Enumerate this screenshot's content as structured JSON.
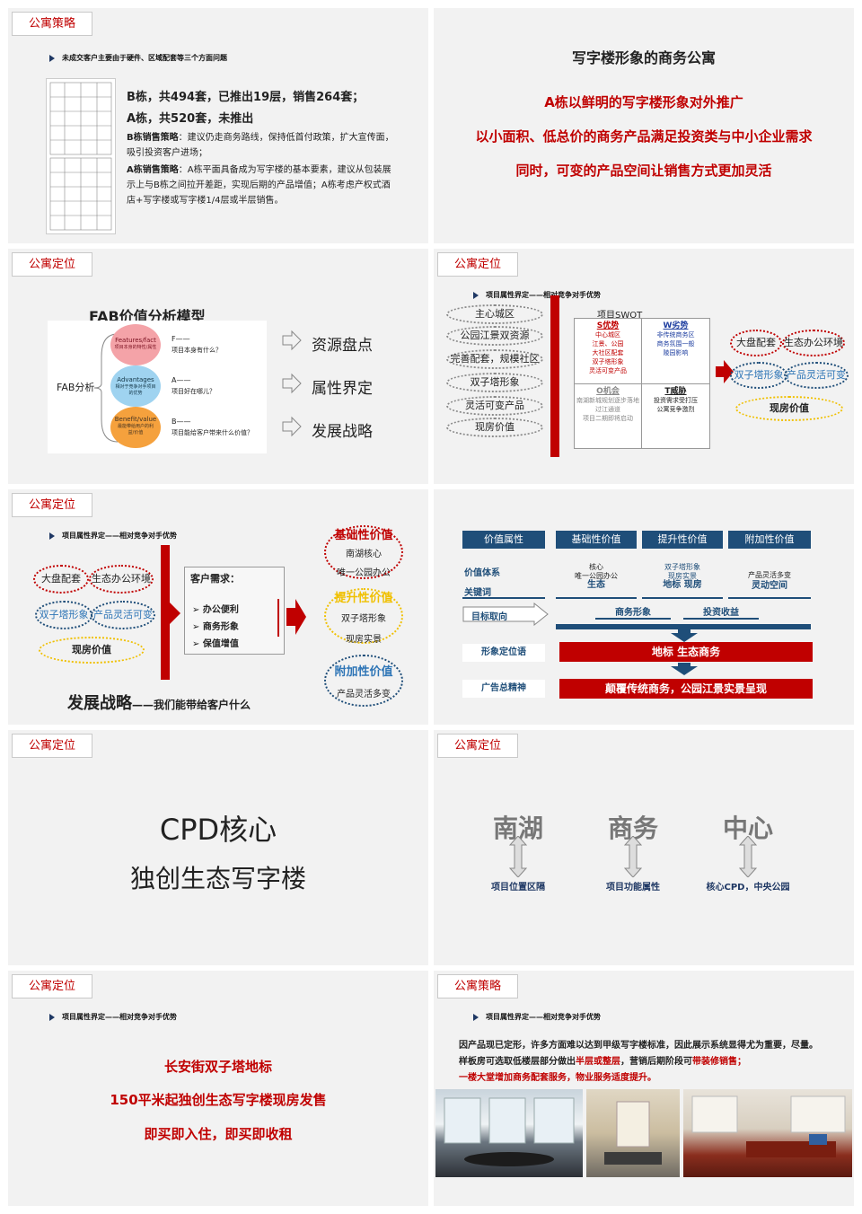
{
  "slides": {
    "s1": {
      "tag": "公寓策略",
      "subhead": "未成交客户主要由于硬件、区域配套等三个方面问题",
      "line1": "B栋，共494套，已推出19层，销售264套；",
      "line2": "A栋，共520套，未推出",
      "b_label": "B栋销售策略",
      "b_text": "：建议仍走商务路线，保持低首付政策，扩大宣传面，吸引投资客户进场；",
      "a_label": "A栋销售策略",
      "a_text": "：A栋平面具备成为写字楼的基本要素，建议从包装展示上与B栋之间拉开差距，实现后期的产品增值；A栋考虑产权式酒店+写字楼或写字楼1/4层或半层销售。"
    },
    "s2": {
      "title": "写字楼形象的商务公寓",
      "l1": "A栋以鲜明的写字楼形象对外推广",
      "l2": "以小面积、低总价的商务产品满足投资类与中小企业需求",
      "l3": "同时，可变的产品空间让销售方式更加灵活"
    },
    "s3": {
      "tag": "公寓定位",
      "title": "FAB价值分析模型",
      "fab": "FAB分析",
      "c1": "Features/fact",
      "c1s": "项目本身的特性/属性",
      "c2": "Advantages",
      "c2s": "相对于竞争对手项目的优势",
      "c3": "Benefit/value",
      "c3s": "最能带给用户的利益/价值",
      "f1": "F——",
      "f1s": "项目本身有什么？",
      "f2": "A——",
      "f2s": "项目好在哪儿？",
      "f3": "B——",
      "f3s": "项目能给客户带来什么价值？",
      "r1": "资源盘点",
      "r2": "属性界定",
      "r3": "发展战略"
    },
    "s4": {
      "tag": "公寓定位",
      "subhead": "项目属性界定——相对竞争对手优势",
      "ovals": [
        "主心城区",
        "公园江景双资源",
        "完善配套，规模社区",
        "双子塔形象",
        "灵活可变产品",
        "现房价值"
      ],
      "swot_title": "项目SWOT",
      "s_head": "S优势",
      "s_items": [
        "中心城区",
        "江景、公园",
        "大社区配套",
        "双子塔形象",
        "灵活可变产品"
      ],
      "w_head": "W劣势",
      "w_items": [
        "非传统商务区",
        "商务氛围一般",
        "陵园影响"
      ],
      "o_head": "O机会",
      "o_items": [
        "南湖新城规划逐步落地",
        "过江通道",
        "项目二期即将启动"
      ],
      "t_head": "T威胁",
      "t_items": [
        "投资需求受打压",
        "公寓竞争激烈"
      ],
      "right": [
        "大盘配套",
        "生态办公环境",
        "双子塔形象",
        "产品灵活可变",
        "现房价值"
      ]
    },
    "s5": {
      "tag": "公寓定位",
      "subhead": "项目属性界定——相对竞争对手优势",
      "left": [
        "大盘配套",
        "生态办公环境",
        "双子塔形象",
        "产品灵活可变",
        "现房价值"
      ],
      "need_title": "客户需求：",
      "needs": [
        "办公便利",
        "商务形象",
        "保值增值"
      ],
      "v1": "基础性价值",
      "v1a": "南湖核心",
      "v1b": "唯一公园办公",
      "v2": "提升性价值",
      "v2a": "双子塔形象",
      "v2b": "现房实景",
      "v3": "附加性价值",
      "v3a": "产品灵活多变",
      "bottom_big": "发展战略",
      "bottom_small": "——我们能带给客户什么"
    },
    "s6": {
      "headers": [
        "价值属性",
        "基础性价值",
        "提升性价值",
        "附加性价值"
      ],
      "row1": "价值体系",
      "row2": "关键词",
      "row3": "目标取向",
      "c1a": "核心",
      "c1b": "唯一公园办公",
      "c1c": "生态",
      "c2a": "双子塔形象",
      "c2b": "现房实景",
      "c2c": "地标  现房",
      "c3a": "产品灵活多变",
      "c3c": "灵动空间",
      "g1": "商务形象",
      "g2": "投资收益",
      "row4": "形象定位语",
      "bar1": "地标   生态商务",
      "row5": "广告总精神",
      "bar2": "颠覆传统商务，公园江景实景呈现"
    },
    "s7": {
      "tag": "公寓定位",
      "l1": "CPD核心",
      "l2": "独创生态写字楼"
    },
    "s8": {
      "tag": "公寓定位",
      "w1": "南湖",
      "d1": "项目位置区隔",
      "w2": "商务",
      "d2": "项目功能属性",
      "w3": "中心",
      "d3": "核心CPD，中央公园"
    },
    "s9": {
      "tag": "公寓定位",
      "subhead": "项目属性界定——相对竞争对手优势",
      "l1": "长安街双子塔地标",
      "l2": "150平米起独创生态写字楼现房发售",
      "l3": "即买即入住，即买即收租"
    },
    "s10": {
      "tag": "公寓策略",
      "subhead": "项目属性界定——相对竞争对手优势",
      "p1": "因产品现已定形，许多方面难以达到甲级写字楼标准，因此展示系统显得尤为重要，尽量。",
      "p2a": "样板房可选取低楼层部分做出",
      "p2b": "半层或整层",
      "p2c": "，营销后期阶段可",
      "p2d": "带装修销售；",
      "p3": "一楼大堂增加商务配套服务，物业服务适度提升。"
    }
  },
  "colors": {
    "red": "#c00000",
    "navy": "#1f4e79",
    "bg": "#f2f2f2"
  }
}
